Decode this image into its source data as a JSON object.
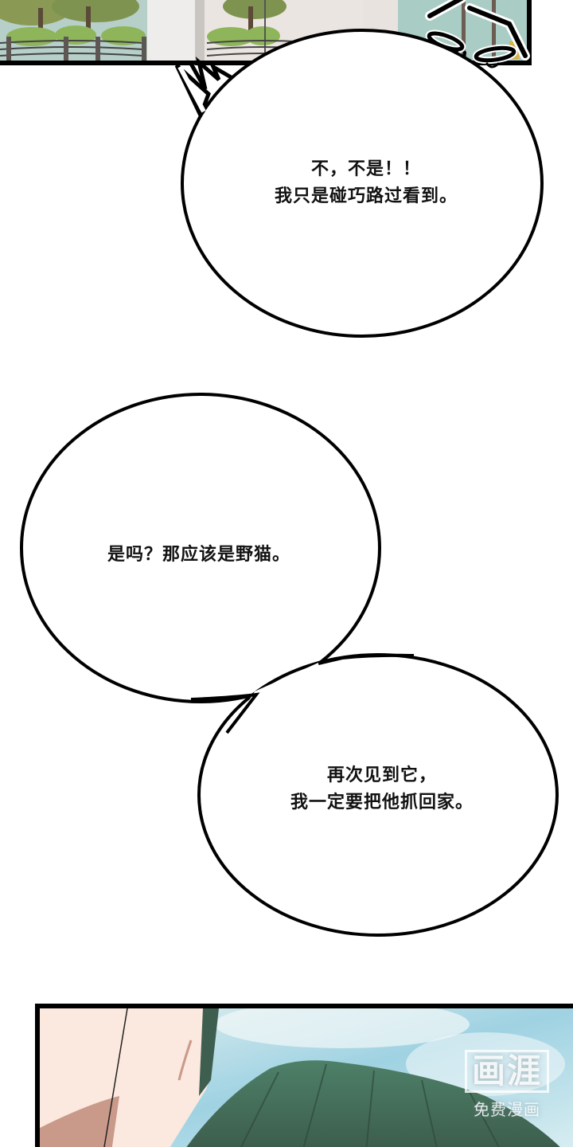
{
  "page": {
    "type": "webtoon-comic-page",
    "background": "#ffffff"
  },
  "panels": {
    "top": {
      "description": "street scene with trees, railings and window; cat-ear sound effect lines",
      "colors": {
        "sky": "#aacbc6",
        "foliage": "#8fa35c",
        "wall": "#e9e3df",
        "window": "#a9ccc5",
        "border": "#000000"
      }
    },
    "bottom": {
      "description": "close-up of character with dark green hair against a blue cloudy sky",
      "colors": {
        "sky": "#8fcbe0",
        "skin": "#fbe8de",
        "hair": "#4f7d63",
        "border": "#000000"
      }
    }
  },
  "bubbles": [
    {
      "id": "bubble-1",
      "style": "shout",
      "lines": "不，不是！！\n我只是碰巧路过看到。"
    },
    {
      "id": "bubble-2",
      "style": "speech",
      "lines": "是吗？那应该是野猫。"
    },
    {
      "id": "bubble-3",
      "style": "speech",
      "lines": "再次见到它，\n我一定要把他抓回家。"
    }
  ],
  "watermark": {
    "logo": "画涯",
    "subtitle": "免费漫画"
  }
}
